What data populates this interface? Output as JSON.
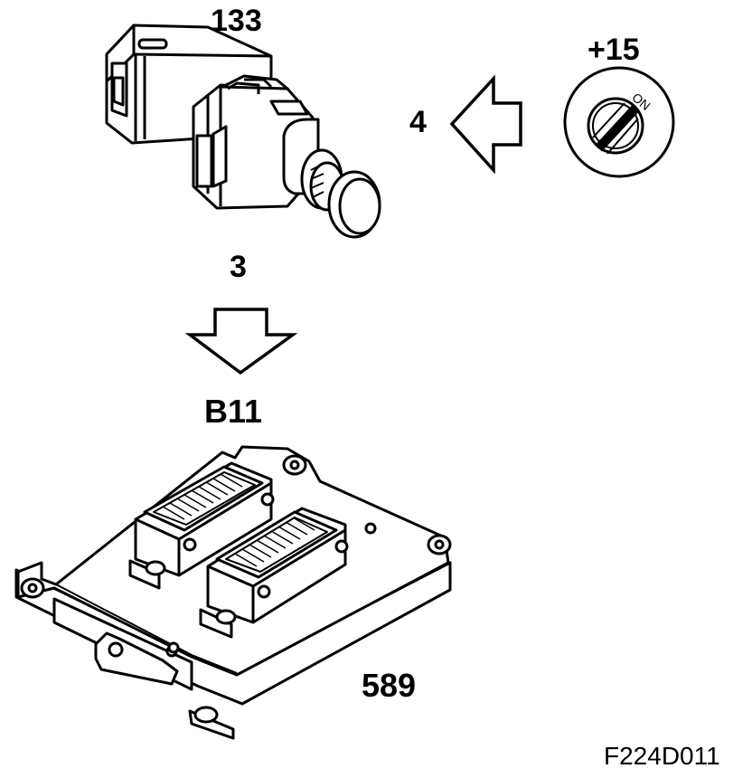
{
  "labels": {
    "switch_ref": "133",
    "ignition_terminal": "+15",
    "ignition_on": "ON",
    "arrow_step_4": "4",
    "arrow_step_3": "3",
    "ecu_ref": "B11",
    "ecu_part": "589",
    "figure_code": "F224D011"
  },
  "colors": {
    "line": "#000000",
    "fill": "#ffffff",
    "accent": "#000000"
  },
  "icons": {
    "switch": "brake-pedal-switch-icon",
    "ignition": "ignition-key-switch-icon",
    "arrow_left": "arrow-left-icon",
    "arrow_down": "arrow-down-icon",
    "ecu": "engine-control-unit-icon"
  }
}
